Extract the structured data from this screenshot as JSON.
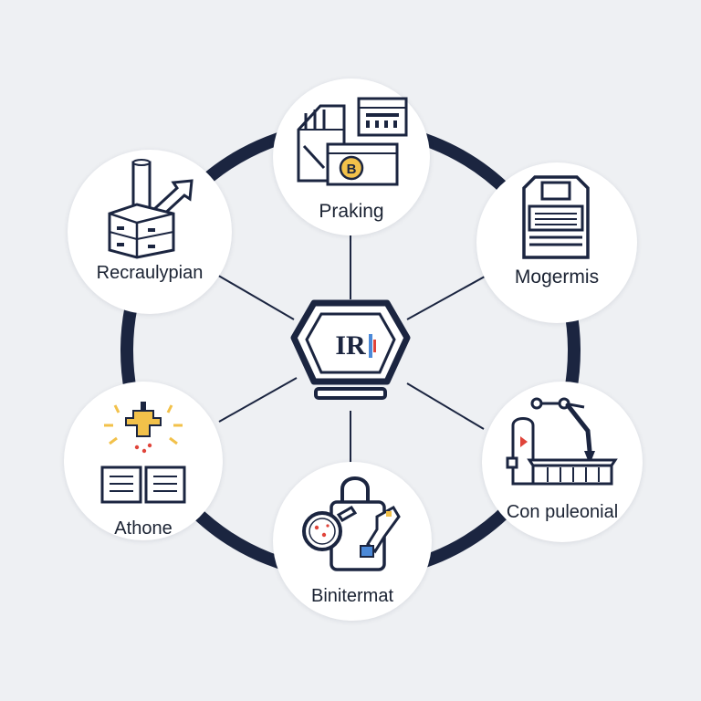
{
  "diagram": {
    "center": {
      "text": "IR",
      "icon": "hexagon-badge"
    },
    "nodes": [
      {
        "id": "top",
        "label": "Praking",
        "icon": "windows-building-coin-icon",
        "badge": "B"
      },
      {
        "id": "upper-right",
        "label": "Mogermis",
        "icon": "server-cabinet-icon"
      },
      {
        "id": "lower-right",
        "label": "Con puleonial",
        "icon": "robotic-arm-icon"
      },
      {
        "id": "bottom",
        "label": "Binitermat",
        "icon": "lock-magnifier-icon"
      },
      {
        "id": "lower-left",
        "label": "Athone",
        "icon": "book-trophy-icon"
      },
      {
        "id": "upper-left",
        "label": "Recraulypian",
        "icon": "crates-arrow-icon"
      }
    ],
    "colors": {
      "ring": "#1b2540",
      "line": "#1b2540",
      "accent-yellow": "#f2c14a",
      "accent-red": "#e0443a",
      "accent-blue": "#4b89d8"
    }
  }
}
